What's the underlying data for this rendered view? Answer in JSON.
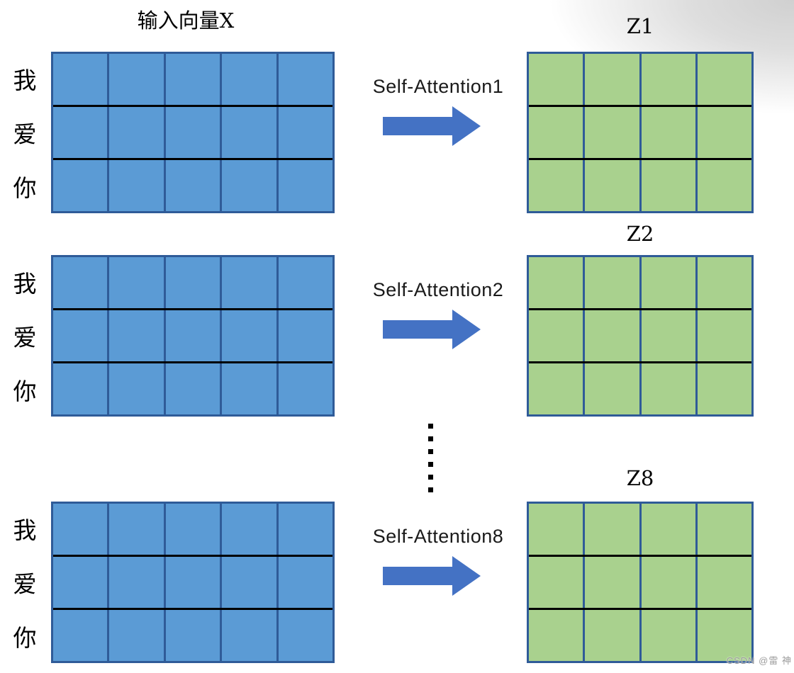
{
  "title": "输入向量X",
  "watermark": "CSDN @雷 神",
  "colors": {
    "blue_fill": "#5B9BD5",
    "green_fill": "#A9D18E",
    "matrix_border": "#2F5B98",
    "row_divider": "#000000",
    "arrow": "#4472C4"
  },
  "input_matrix": {
    "rows": 3,
    "cols": 5,
    "row_labels": [
      "我",
      "爱",
      "你"
    ]
  },
  "output_matrix": {
    "rows": 3,
    "cols": 4
  },
  "groups": [
    {
      "attention_label": "Self-Attention1",
      "output_label": "Z1"
    },
    {
      "attention_label": "Self-Attention2",
      "output_label": "Z2"
    },
    {
      "attention_label": "Self-Attention8",
      "output_label": "Z8"
    }
  ],
  "ellipsis": {
    "dot_count": 6
  }
}
